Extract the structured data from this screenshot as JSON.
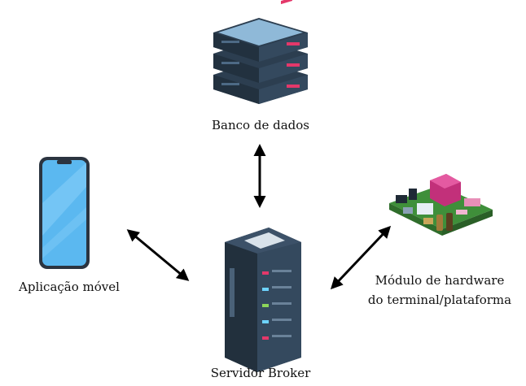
{
  "nodes": {
    "database": {
      "label": "Banco de dados"
    },
    "mobile_app": {
      "label": "Aplicação móvel"
    },
    "hardware": {
      "label_line1": "Módulo de hardware",
      "label_line2": "do terminal/plataforma"
    },
    "broker": {
      "label": "Servidor Broker"
    }
  },
  "colors": {
    "server_dark": "#2b3a4a",
    "server_light": "#34495e",
    "db_top": "#8fb9d8",
    "db_body": "#33475b",
    "db_accent": "#e4386a",
    "phone_screen": "#5bb8f0",
    "pcb_green": "#3f8f3a",
    "arrow": "#000000"
  },
  "edges": [
    {
      "from": "database",
      "to": "broker",
      "direction": "bidirectional"
    },
    {
      "from": "mobile_app",
      "to": "broker",
      "direction": "bidirectional"
    },
    {
      "from": "hardware",
      "to": "broker",
      "direction": "bidirectional"
    }
  ]
}
